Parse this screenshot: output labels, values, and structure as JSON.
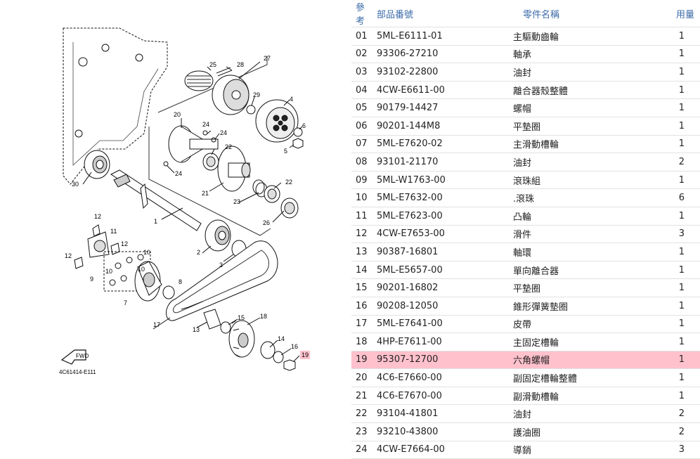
{
  "diagram": {
    "ref_code": "4C61414-E111",
    "fwd_label": "FWD",
    "callouts": [
      "25",
      "28",
      "27",
      "29",
      "4",
      "6",
      "5",
      "20",
      "24",
      "24",
      "22",
      "24",
      "21",
      "23",
      "22",
      "26",
      "30",
      "1",
      "2",
      "3",
      "12",
      "11",
      "12",
      "10",
      "12",
      "9",
      "10",
      "10",
      "7",
      "8",
      "17",
      "13",
      "15",
      "18",
      "14",
      "16",
      "19"
    ],
    "highlighted_callout": "19",
    "highlight_color": "#ffc1cc"
  },
  "table": {
    "headers": {
      "ref": "參考",
      "part_number": "部品番號",
      "name": "零件名稱",
      "qty": "用量"
    },
    "highlighted_ref": "19",
    "rows": [
      {
        "ref": "01",
        "part_number": "5ML-E6111-01",
        "name": "主驅動齒輪",
        "qty": "1"
      },
      {
        "ref": "02",
        "part_number": "93306-27210",
        "name": "軸承",
        "qty": "1"
      },
      {
        "ref": "03",
        "part_number": "93102-22800",
        "name": "油封",
        "qty": "1"
      },
      {
        "ref": "04",
        "part_number": "4CW-E6611-00",
        "name": "離合器殼整體",
        "qty": "1"
      },
      {
        "ref": "05",
        "part_number": "90179-14427",
        "name": "螺帽",
        "qty": "1"
      },
      {
        "ref": "06",
        "part_number": "90201-144M8",
        "name": "平墊圈",
        "qty": "1"
      },
      {
        "ref": "07",
        "part_number": "5ML-E7620-02",
        "name": "主滑動槽輪",
        "qty": "1"
      },
      {
        "ref": "08",
        "part_number": "93101-21170",
        "name": "油封",
        "qty": "2"
      },
      {
        "ref": "09",
        "part_number": "5ML-W1763-00",
        "name": "滾珠組",
        "qty": "1"
      },
      {
        "ref": "10",
        "part_number": "5ML-E7632-00",
        "name": ".滾珠",
        "qty": "6"
      },
      {
        "ref": "11",
        "part_number": "5ML-E7623-00",
        "name": "凸輪",
        "qty": "1"
      },
      {
        "ref": "12",
        "part_number": "4CW-E7653-00",
        "name": "滑件",
        "qty": "3"
      },
      {
        "ref": "13",
        "part_number": "90387-16801",
        "name": "軸環",
        "qty": "1"
      },
      {
        "ref": "14",
        "part_number": "5ML-E5657-00",
        "name": "單向離合器",
        "qty": "1"
      },
      {
        "ref": "15",
        "part_number": "90201-16802",
        "name": "平墊圈",
        "qty": "1"
      },
      {
        "ref": "16",
        "part_number": "90208-12050",
        "name": "錐形彈簧墊圈",
        "qty": "1"
      },
      {
        "ref": "17",
        "part_number": "5ML-E7641-00",
        "name": "皮帶",
        "qty": "1"
      },
      {
        "ref": "18",
        "part_number": "4HP-E7611-00",
        "name": "主固定槽輪",
        "qty": "1"
      },
      {
        "ref": "19",
        "part_number": "95307-12700",
        "name": "六角螺帽",
        "qty": "1"
      },
      {
        "ref": "20",
        "part_number": "4C6-E7660-00",
        "name": "副固定槽輪整體",
        "qty": "1"
      },
      {
        "ref": "21",
        "part_number": "4C6-E7670-00",
        "name": "副滑動槽輪",
        "qty": "1"
      },
      {
        "ref": "22",
        "part_number": "93104-41801",
        "name": "油封",
        "qty": "2"
      },
      {
        "ref": "23",
        "part_number": "93210-43800",
        "name": "護油圈",
        "qty": "2"
      },
      {
        "ref": "24",
        "part_number": "4CW-E7664-00",
        "name": "導銷",
        "qty": "3"
      }
    ]
  }
}
